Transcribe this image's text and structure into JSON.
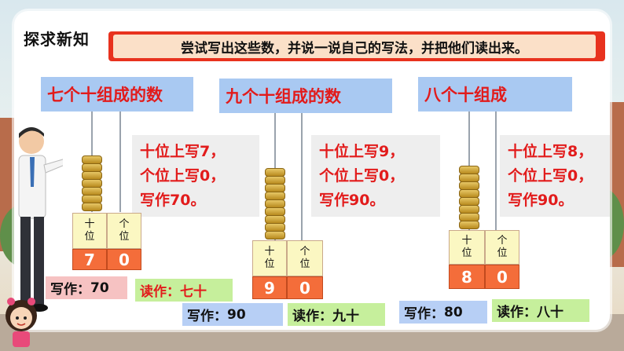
{
  "section_title": "探求新知",
  "banner_text": "尝试写出这些数，并说一说自己的写法，并把他们读出来。",
  "groups": [
    {
      "header": "七个十组成的数",
      "desc": [
        "十位上写7，",
        "个位上写0，",
        "写作70。"
      ],
      "place_tens": "十\n位",
      "place_ones": "个\n位",
      "tens_digit": "7",
      "ones_digit": "0",
      "write_label": "写作：",
      "write_value": "70",
      "read_label": "读作：",
      "read_value": "七十",
      "bead_count": 7
    },
    {
      "header": "九个十组成的数",
      "desc": [
        "十位上写9，",
        "个位上写0，",
        "写作90。"
      ],
      "place_tens": "十\n位",
      "place_ones": "个\n位",
      "tens_digit": "9",
      "ones_digit": "0",
      "write_label": "写作：",
      "write_value": "90",
      "read_label": "读作：",
      "read_value": "九十",
      "bead_count": 9
    },
    {
      "header": "八个十组成",
      "desc": [
        "十位上写8，",
        "个位上写0，",
        "写作90。"
      ],
      "place_tens": "十\n位",
      "place_ones": "个\n位",
      "tens_digit": "8",
      "ones_digit": "0",
      "write_label": "写作：",
      "write_value": "80",
      "read_label": "读作：",
      "read_value": "八十",
      "bead_count": 8
    }
  ],
  "colors": {
    "banner_border": "#e8321e",
    "banner_fill": "#fbe0c8",
    "header_bg": "#a9c9f2",
    "text_red": "#e21b1b",
    "digit_bg": "#f46d3a",
    "place_bg": "#fbf7c2"
  }
}
